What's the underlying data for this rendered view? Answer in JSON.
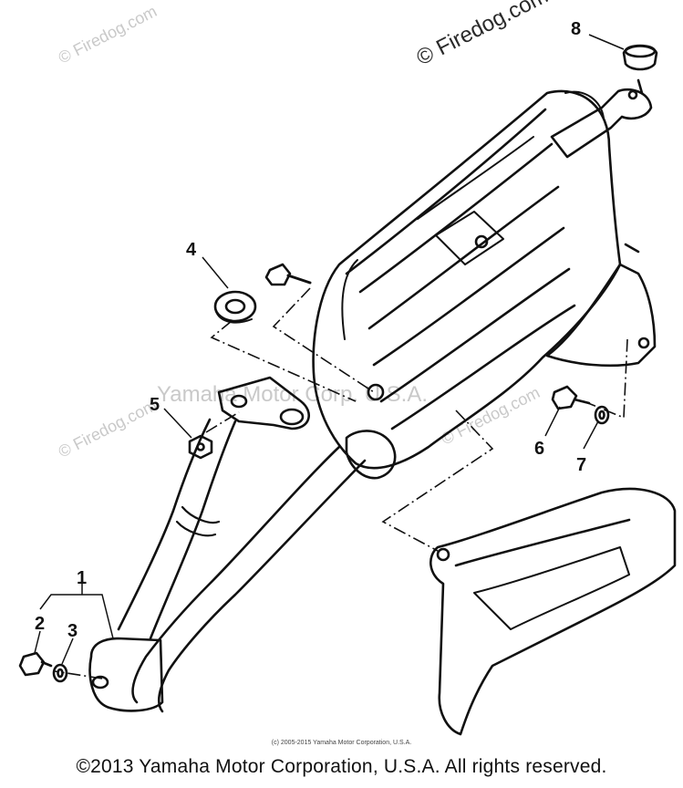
{
  "watermarks": {
    "top_right": "© Firedog.com",
    "top_left": "© Firedog.com",
    "center": "Yamaha Motor Corp. U.S.A.",
    "mid_left": "© Firedog.com",
    "mid_right": "© Firedog.com"
  },
  "callouts": [
    "1",
    "2",
    "3",
    "4",
    "5",
    "6",
    "7",
    "8"
  ],
  "footer": {
    "small": "(c) 2005-2015 Yamaha Motor Corporation, U.S.A.",
    "main": "©2013 Yamaha Motor Corporation, U.S.A. All rights reserved."
  }
}
